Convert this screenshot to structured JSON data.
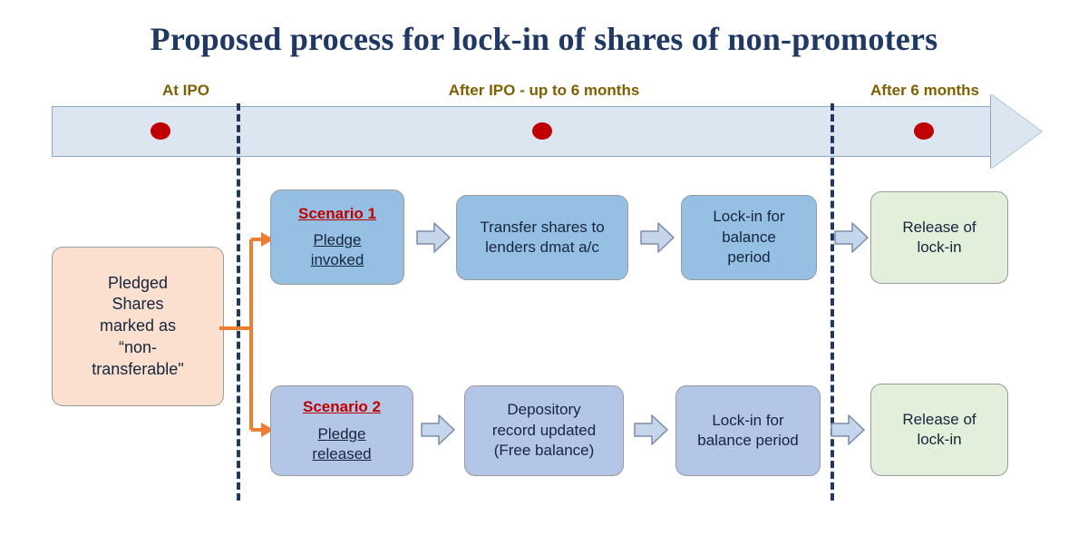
{
  "title": "Proposed process for lock-in of shares of non-promoters",
  "colors": {
    "title_navy": "#1f3864",
    "timeline_fill": "#dce6f1",
    "timeline_border": "#8ea9c7",
    "timeline_label": "#7f6000",
    "marker_red": "#c00000",
    "divider_navy": "#1f3864",
    "box_peach": "#fbe0cf",
    "box_blue_row1": "#95c0e4",
    "box_blue_row2": "#b3c6e7",
    "box_green": "#e2efda",
    "branch_orange": "#ed7d31",
    "chevron_fill": "#c5d5ea",
    "chevron_border": "#7a8ba8",
    "text_navy": "#17243d"
  },
  "timeline": {
    "phases": [
      {
        "label": "At IPO",
        "marker": "red-dot"
      },
      {
        "label": "After IPO - up to 6 months",
        "marker": "red-dot"
      },
      {
        "label": "After 6 months",
        "marker": "red-dot"
      }
    ]
  },
  "start_box": {
    "lines": [
      "Pledged",
      "Shares",
      "marked as",
      "“non-",
      "transferable\""
    ]
  },
  "rows": [
    {
      "id": "scenario-1",
      "scenario_title": "Scenario 1",
      "scenario_sub_lines": [
        "Pledge",
        "invoked"
      ],
      "step2_lines": [
        "Transfer shares to",
        "lenders dmat a/c"
      ],
      "step3_lines": [
        "Lock-in for",
        "balance",
        "period"
      ],
      "step4_lines": [
        "Release of",
        "lock-in"
      ]
    },
    {
      "id": "scenario-2",
      "scenario_title": "Scenario 2",
      "scenario_sub_lines": [
        "Pledge",
        "released"
      ],
      "step2_lines": [
        "Depository",
        "record updated",
        "(Free balance)"
      ],
      "step3_lines": [
        "Lock-in for",
        "balance period"
      ],
      "step4_lines": [
        "Release of",
        "lock-in"
      ]
    }
  ]
}
